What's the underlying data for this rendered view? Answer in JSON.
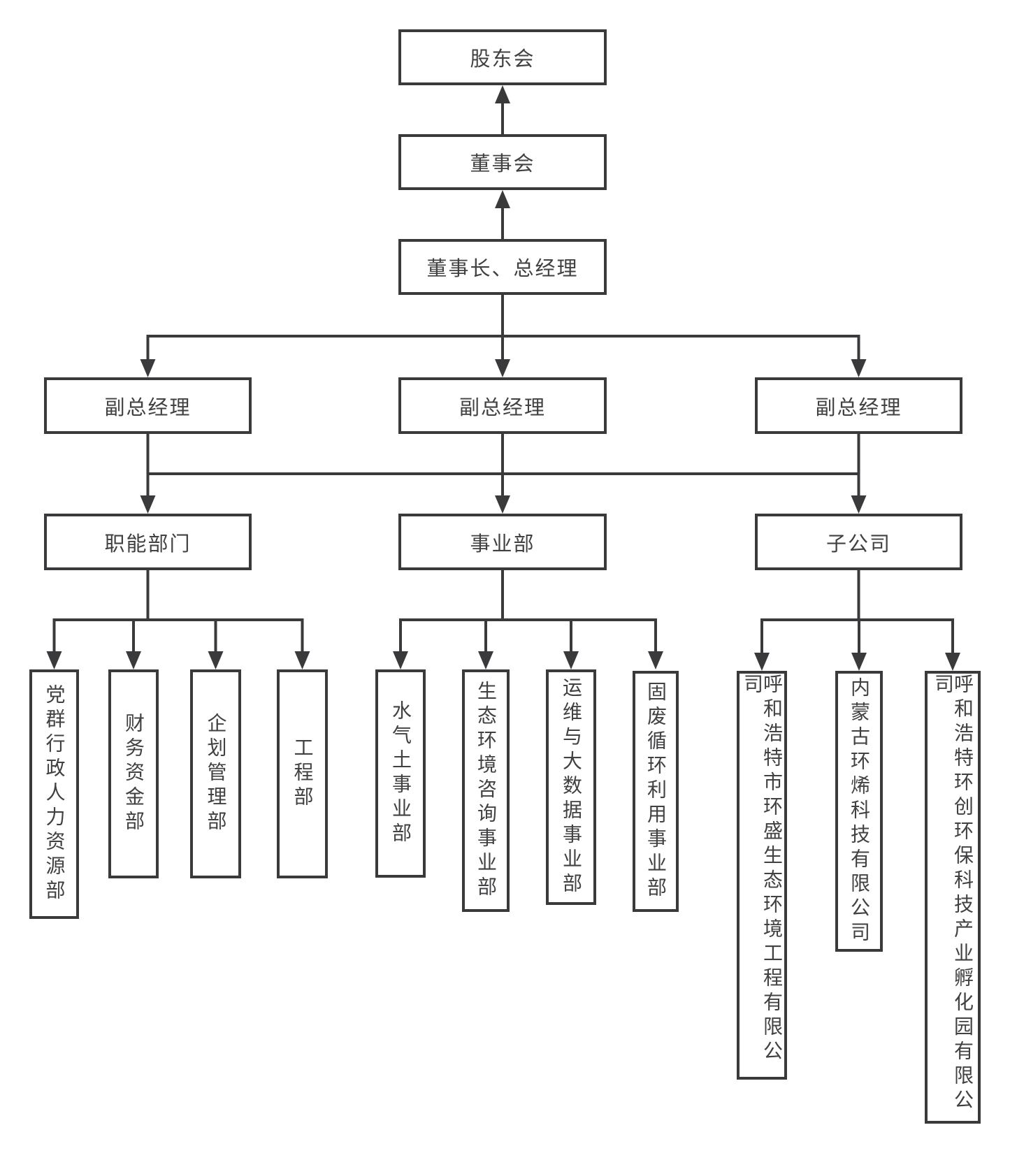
{
  "org": {
    "shareholders": "股东会",
    "board": "董事会",
    "chairman_gm": "董事长、总经理",
    "vice_gm": "副总经理",
    "functional": "职能部门",
    "business": "事业部",
    "subsidiaries": "子公司",
    "departments": [
      "党群行政人力资源部",
      "财务资金部",
      "企划管理部",
      "工程部"
    ],
    "business_units": [
      "水气土事业部",
      "生态环境咨询事业部",
      "运维与大数据事业部",
      "固废循环利用事业部"
    ],
    "companies": [
      "呼和浩特市环盛生态环境工程有限公司",
      "内蒙古环烯科技有限公司",
      "呼和浩特环创环保科技产业孵化园有限公司"
    ]
  },
  "colors": {
    "line": "#3a3a3c",
    "text": "#414143",
    "box_background": "#ffffff"
  }
}
